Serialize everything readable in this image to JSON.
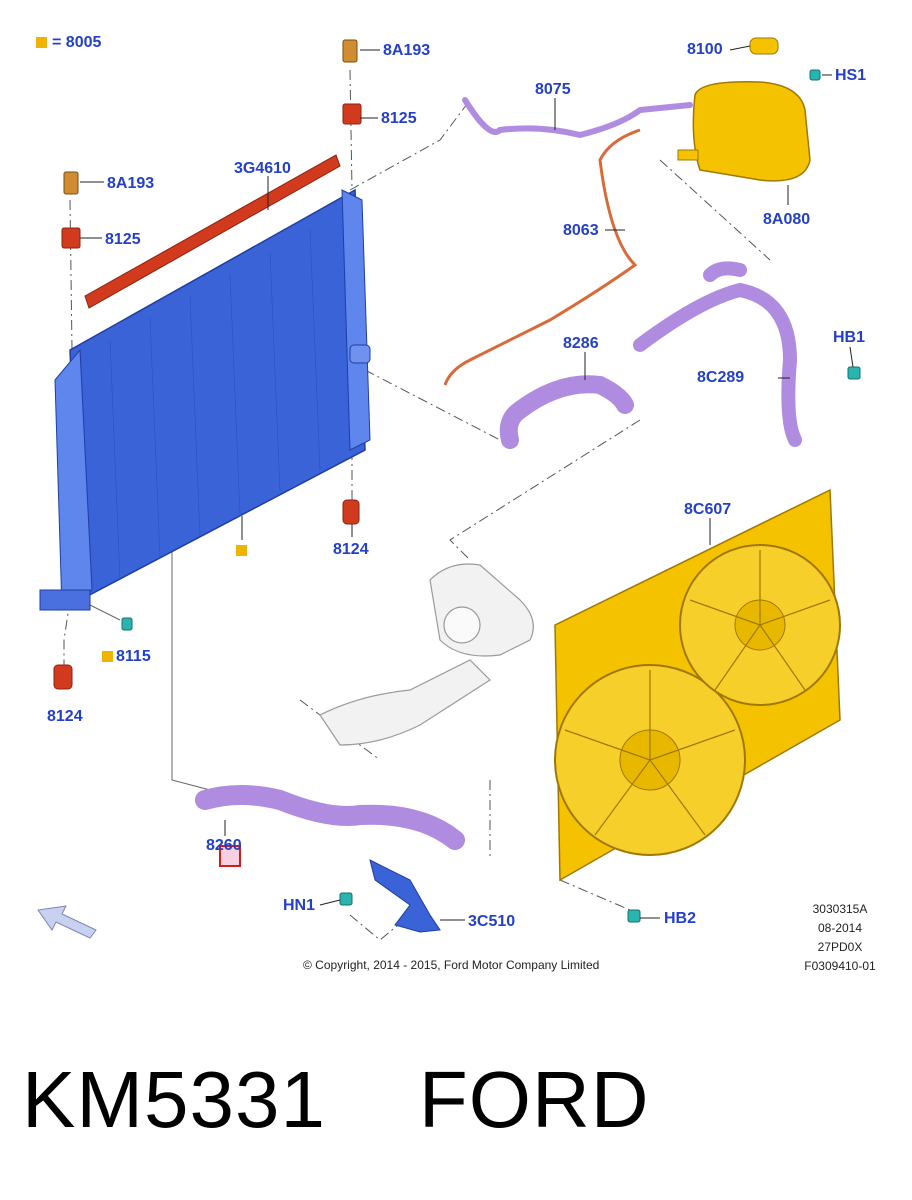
{
  "legend": {
    "symbol_color": "#f0b400",
    "text": "= 8005"
  },
  "callouts": {
    "c_8a193_top": "8A193",
    "c_8125_top": "8125",
    "c_3g4610": "3G4610",
    "c_8a193_left": "8A193",
    "c_8125_left": "8125",
    "c_8075": "8075",
    "c_8100": "8100",
    "c_hs1": "HS1",
    "c_8a080": "8A080",
    "c_8063": "8063",
    "c_8286": "8286",
    "c_hb1": "HB1",
    "c_8c289": "8C289",
    "c_8124_mid": "8124",
    "c_8c607": "8C607",
    "c_8115": "8115",
    "c_8124_low": "8124",
    "c_8260": "8260",
    "c_hn1": "HN1",
    "c_3c510": "3C510",
    "c_hb2": "HB2"
  },
  "meta": {
    "line1": "3030315A",
    "line2": "08-2014",
    "line3": "27PD0X",
    "line4": "F0309410-01"
  },
  "copyright": "© Copyright, 2014 - 2015, Ford Motor Company Limited",
  "caption": "KM5331    FORD",
  "colors": {
    "callout": "#2440c8",
    "radiator": "#3a63d8",
    "hose": "#b08ce0",
    "fan_shroud": "#f5c200",
    "rubber": "#d23a1e",
    "fastener": "#2ab4b0"
  }
}
